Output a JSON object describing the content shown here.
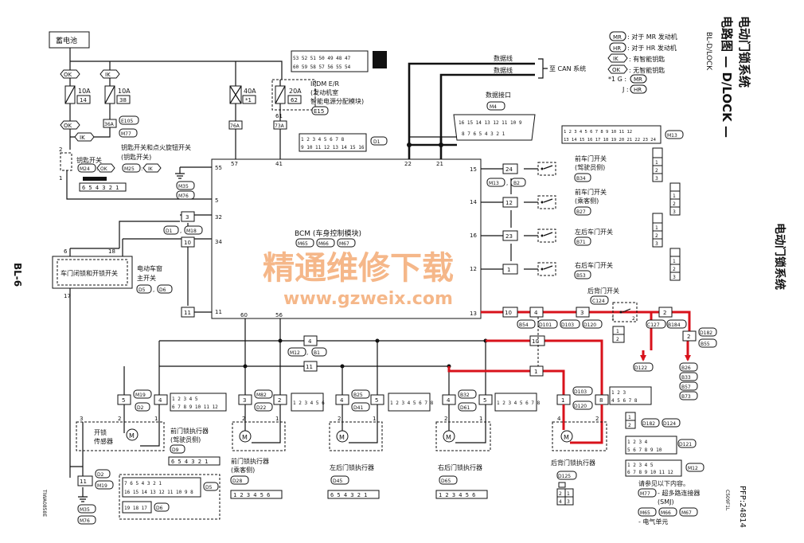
{
  "page": {
    "title": "电动门锁系统",
    "subtitle": "电路图 — D/LOCK —",
    "code": "BL-D/LOCK",
    "side_title": "电动门锁系统",
    "page_number": "BL-6",
    "fig_code": "PFP:24814",
    "fig_side": "C509F1L",
    "fig_left": "TIWA0858E"
  },
  "legend": {
    "mr": "MR",
    "mr_text": ": 对于 MR 发动机",
    "hr": "HR",
    "hr_text": ": 对于 HR 发动机",
    "ik": "IK",
    "ik_text": ": 有智能钥匙",
    "ok": "OK",
    "ok_text": ": 无智能钥匙",
    "star1": "*1 G :",
    "star1_tag": "MR",
    "j": "J :",
    "j_tag": "HR"
  },
  "battery": "蓄电池",
  "fuses": {
    "f1_amp": "10A",
    "f1_num": "14",
    "f2_amp": "10A",
    "f2_num": "38",
    "f3_amp": "40A",
    "f3_num": "*1",
    "f4_amp": "20A",
    "f4_num": "62"
  },
  "ipdm": {
    "name": "IPDM E/R",
    "l2": "(发动机室",
    "l3": "智能电源分配模块)",
    "conn": "E15",
    "pin61": "61"
  },
  "conn_labels": {
    "e105": "E105",
    "m77": "M77",
    "c36a": "36A",
    "c76a": "76A",
    "c73a": "73A",
    "d1": "D1",
    "m13": "M13",
    "m35": "M35",
    "m76": "M76",
    "d5": "D5",
    "d6": "D6"
  },
  "key_switch": {
    "name": "钥匙开关和点火旋钮开关",
    "sub": "(钥匙开关)",
    "m24": "M24",
    "m25": "M25",
    "ok": "OK",
    "ik": "IK",
    "pins": "6 5 4 3 2 1"
  },
  "tags": {
    "ok": "OK",
    "ik": "IK"
  },
  "can": {
    "line1": "数据线",
    "line2": "数据线",
    "label": "至 CAN 系统",
    "dlc": "数据接口",
    "dlc_conn": "M4"
  },
  "dlc_pins": {
    "row1": "16 15 14 13 12 11 10 9",
    "row2": "8 7 6 5 4 3 2 1"
  },
  "bcm": {
    "name": "BCM (车身控制模块)",
    "conns": [
      "M65",
      "M66",
      "M67"
    ],
    "pins_top": [
      "57",
      "41",
      "22",
      "21"
    ],
    "pin55": "55",
    "pin5": "5",
    "pin32": "32",
    "pin34": "34",
    "pin11": "11",
    "pin60": "60",
    "pin56": "56",
    "right_pins": [
      "15",
      "14",
      "16",
      "12",
      "13"
    ]
  },
  "switches": {
    "front_drv": [
      "前车门开关",
      "(驾驶员侧)",
      "B34"
    ],
    "front_pas": [
      "前车门开关",
      "(乘客侧)",
      "B27"
    ],
    "rear_l": [
      "左后车门开关",
      "B71"
    ],
    "rear_r": [
      "右后车门开关",
      "B53"
    ],
    "back": [
      "后背门开关",
      "C124"
    ]
  },
  "jcons": {
    "j24": "24",
    "j12": "12",
    "j23": "23",
    "j1": "1",
    "m13b2": "M13",
    "b2": "B2"
  },
  "main_switch": {
    "name": "车门闭锁和开锁开关",
    "side1": "电动车窗",
    "side2": "主开关",
    "d5": "D5",
    "d6": "D6",
    "p6": "6",
    "p18": "18",
    "p17": "17",
    "p3": "3",
    "p10": "10",
    "m18": "M18",
    "d1": "D1"
  },
  "actuators": {
    "front_drv": [
      "前门锁执行器",
      "(驾驶员侧)",
      "D9"
    ],
    "front_pas": [
      "前门锁执行器",
      "(乘客侧)",
      "D28"
    ],
    "rear_l": [
      "左后门锁执行器",
      "D45"
    ],
    "rear_r": [
      "右后门锁执行器",
      "D65"
    ],
    "back": [
      "后背门锁执行器",
      "D125"
    ]
  },
  "sensor": {
    "name": "开锁",
    "name2": "传感器"
  },
  "mid_conns": {
    "m19": "M19",
    "d2": "D2",
    "m82": "M82",
    "d22": "D22",
    "b25": "B25",
    "d41": "D41",
    "b32": "B32",
    "d61": "D61",
    "m12": "M12",
    "b1": "B1",
    "b54": "B54",
    "d101": "D101",
    "d103": "D103",
    "d120": "D120",
    "c127": "C127",
    "b184": "B184",
    "d122": "D122",
    "d182": "D182",
    "d124": "D124",
    "d121": "D121",
    "b55": "B55",
    "b26": "B26",
    "b33": "B33",
    "b57": "B57",
    "b73": "B73"
  },
  "bottom": {
    "d2": "D2",
    "m19": "M19",
    "m35": "M35",
    "m76": "M76",
    "pin11": "11"
  },
  "note": {
    "l1": "请参见以下内容。",
    "m77": "M77",
    "l2": "- 超多路连接器",
    "l3": "(SMJ)",
    "m65": "M65",
    "m66": "M66",
    "m67": "M67",
    "l4": "- 电气单元"
  },
  "watermark": {
    "cn": "精通维修下载",
    "url": "www.gzweix.com"
  },
  "connector_grids": {
    "d1_r1": "1 2 3 4 5 6 7 8",
    "d1_r2": "9 10 11 12 13 14 15 16",
    "m13_r1": "1 2 3 4 5 6 7 8 9 10 11 12",
    "m13_r2": "13 14 15 16 17 18 19 20 21 22 23 24",
    "e15_r1": "53 52 51 50 49 48 47",
    "e15_r2": "60 59 58 57 56 55 54",
    "m19_r1": "1 2 3 4 5",
    "m19_r2": "6 7 8 9 10 11 12",
    "d9": "6 5 4 3 2 1",
    "d28": "1 2 3 4 5 6",
    "d45": "6 5 4 3 2 1",
    "d65": "1 2 3 4 5 6",
    "d5_r1": "7 6 5 4 3 2 1",
    "d5_r2": "16 15 14 13 12 11 10 9 8",
    "d6": "19 18 17"
  }
}
